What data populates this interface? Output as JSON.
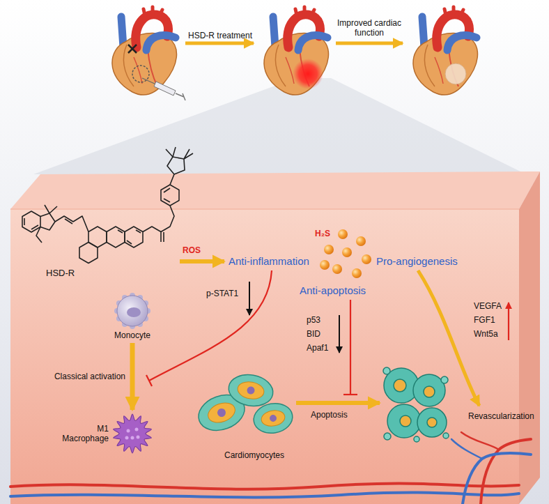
{
  "diagram": {
    "nodes": [
      {
        "text": [
          "Monocyte"
        ]
      },
      {
        "text": [
          "M1 Macrophage"
        ]
      }
    ],
    "edges": [
      {
        "from": 0,
        "to": 1,
        "arrow": "to",
        "label": "Classical activation"
      }
    ],
    "labels": [
      "HSD-R treatment",
      "Improved cardiac function",
      "ROS",
      "H₂S",
      "Anti-inflammation",
      "Pro-angiogenesis",
      "Anti-apoptosis",
      "HSD-R",
      "p-STAT1",
      "p53",
      "BID",
      "Apaf1",
      "VEGFA",
      "FGF1",
      "Wnt5a",
      "Cardiomyocytes",
      "Apoptosis",
      "Revascularization"
    ]
  }
}
